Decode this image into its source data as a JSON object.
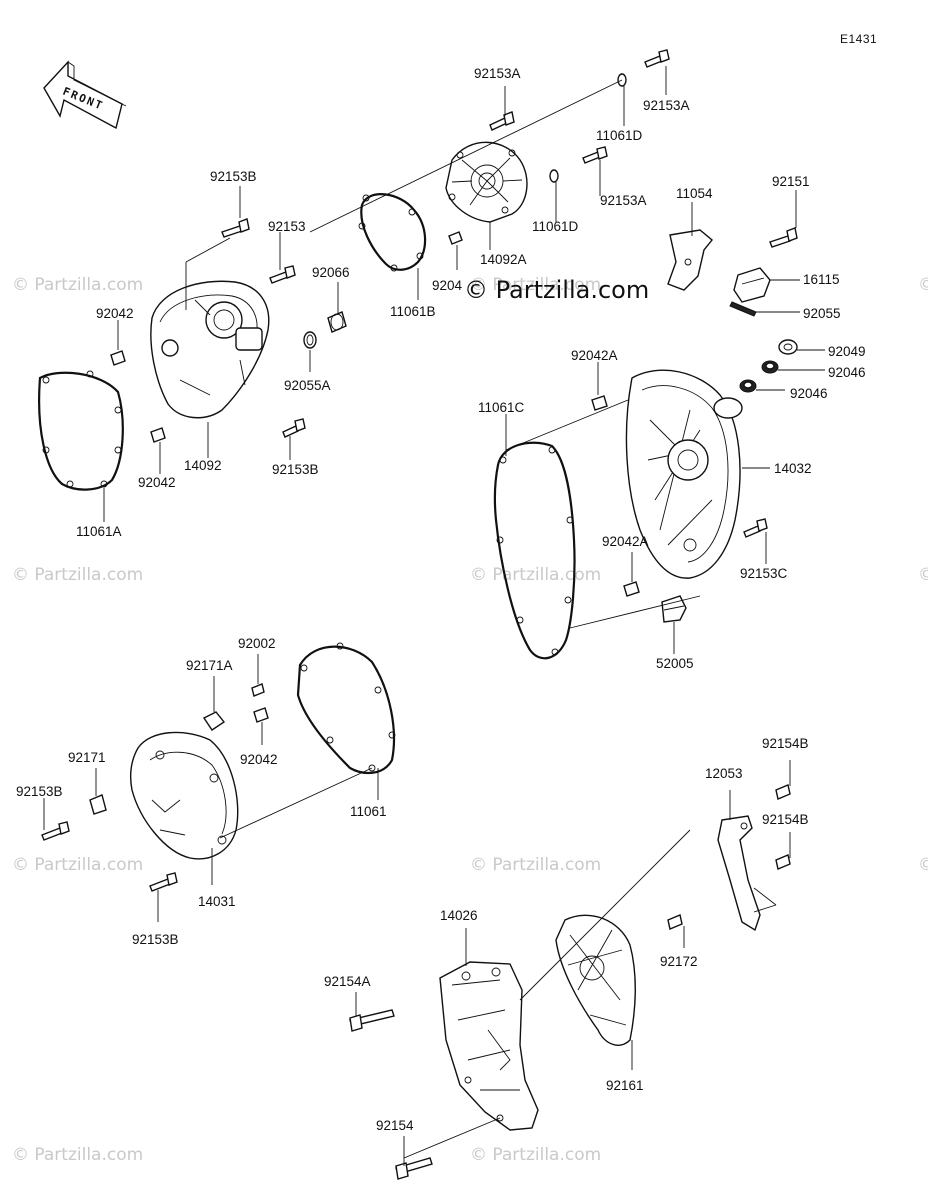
{
  "diagram_code": "E1431",
  "front_label": "FRONT",
  "watermark": "© Partzilla.com",
  "parts": {
    "p92153A_1": "92153A",
    "p92153A_2": "92153A",
    "p92153A_3": "92153A",
    "p11061D_1": "11061D",
    "p11061D_2": "11061D",
    "p92153B_1": "92153B",
    "p92153_1": "92153",
    "p92066": "92066",
    "p11061B": "11061B",
    "p14092A": "14092A",
    "p92042_small": "9204",
    "p11054": "11054",
    "p92151": "92151",
    "p16115": "16115",
    "p92055": "92055",
    "p92042_1": "92042",
    "p92055A": "92055A",
    "p92042A_1": "92042A",
    "p92049": "92049",
    "p92046_1": "92046",
    "p92046_2": "92046",
    "p11061C": "11061C",
    "p14092": "14092",
    "p92153B_2": "92153B",
    "p92042_2": "92042",
    "p11061A": "11061A",
    "p14032": "14032",
    "p92042A_2": "92042A",
    "p92153C": "92153C",
    "p52005": "52005",
    "p92002": "92002",
    "p92171A": "92171A",
    "p92042_3": "92042",
    "p92171": "92171",
    "p92153B_3": "92153B",
    "p11061": "11061",
    "p14031": "14031",
    "p92153B_4": "92153B",
    "p92154B_1": "92154B",
    "p12053": "12053",
    "p92154B_2": "92154B",
    "p14026": "14026",
    "p92172": "92172",
    "p92154A": "92154A",
    "p92161": "92161",
    "p92154": "92154"
  }
}
